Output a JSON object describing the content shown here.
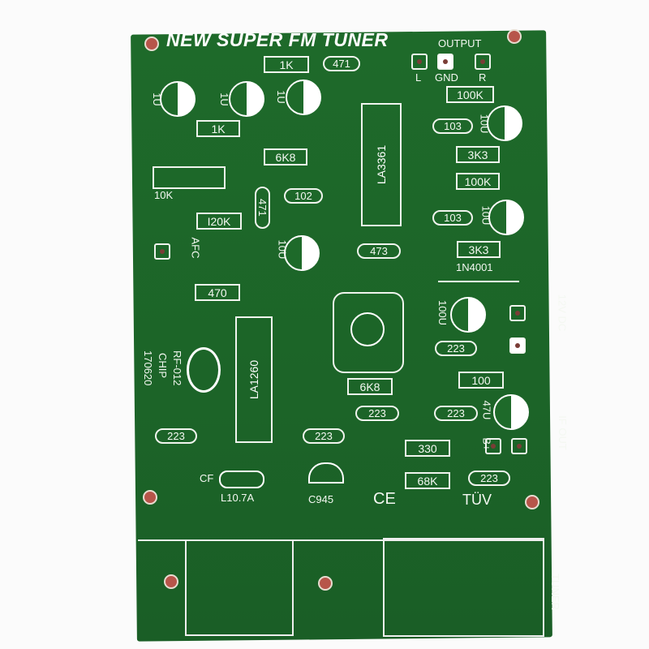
{
  "title": "NEW SUPER FM TUNER",
  "output": {
    "label": "OUTPUT",
    "l": "L",
    "gnd": "GND",
    "r": "R"
  },
  "resistors": [
    "1K",
    "471",
    "1K",
    "6K8",
    "102",
    "471",
    "I20K",
    "100K",
    "103",
    "3K3",
    "100K",
    "103",
    "3K3",
    "473",
    "470",
    "6K8",
    "223",
    "223",
    "223",
    "223",
    "223",
    "223",
    "100",
    "330",
    "68K"
  ],
  "capacitors": [
    "1U",
    "1U",
    "1U",
    "10U",
    "10U",
    "10U",
    "100U",
    "47U"
  ],
  "ics": [
    "LA3361",
    "LA1260"
  ],
  "labels": {
    "pot": "10K",
    "afc": "AFC",
    "diode": "1N4001",
    "power": "12V DC",
    "bplus": "B+",
    "ifout": "IF OUT",
    "chip": "RF-012",
    "chip2": "CHIP",
    "date": "170620",
    "cf": "CF",
    "filter": "L10.7A",
    "transistor": "C945",
    "ce": "CE",
    "tuv": "TÜV",
    "tuner": "TUNER"
  },
  "colors": {
    "board": "#1e6a2a",
    "silkscreen": "#f4f8f2",
    "pad": "#b7554a"
  }
}
